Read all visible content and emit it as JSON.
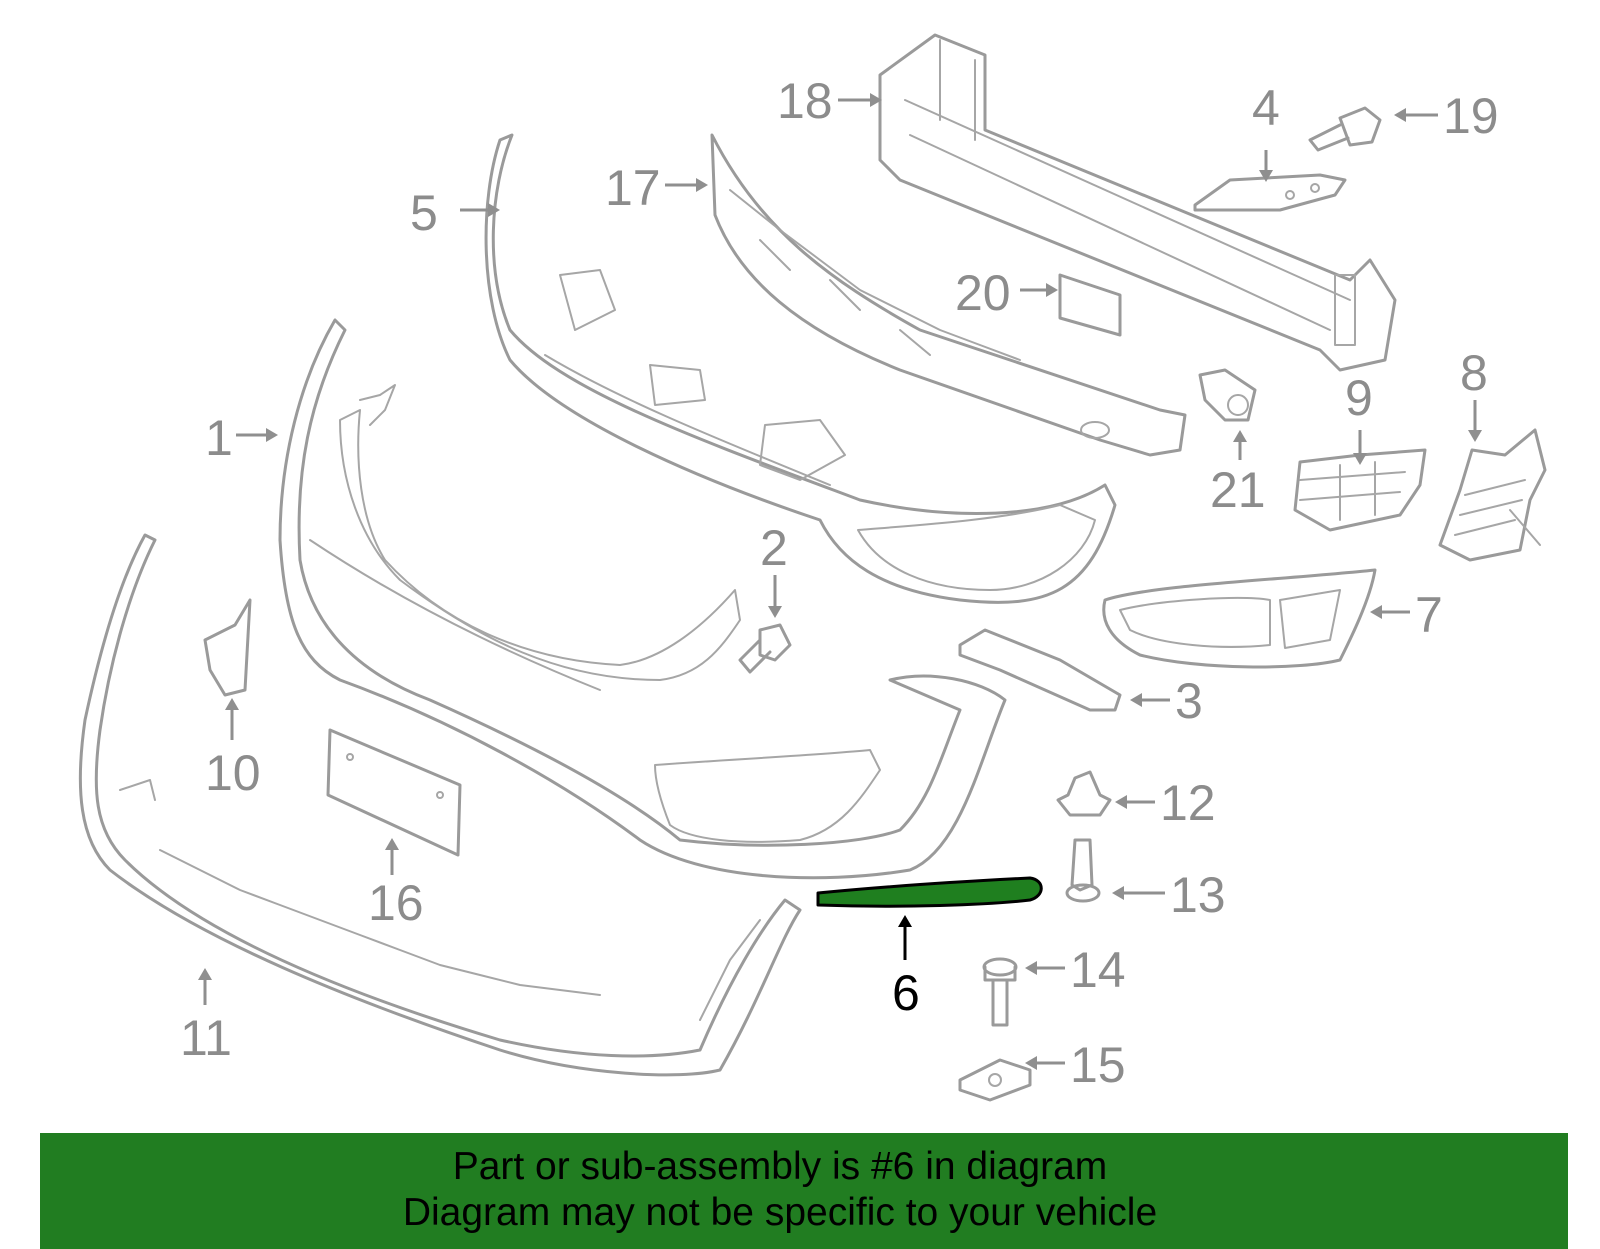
{
  "callouts": {
    "c1": "1",
    "c2": "2",
    "c3": "3",
    "c4": "4",
    "c5": "5",
    "c6": "6",
    "c7": "7",
    "c8": "8",
    "c9": "9",
    "c10": "10",
    "c11": "11",
    "c12": "12",
    "c13": "13",
    "c14": "14",
    "c15": "15",
    "c16": "16",
    "c17": "17",
    "c18": "18",
    "c19": "19",
    "c20": "20",
    "c21": "21"
  },
  "highlight": {
    "part": "6",
    "color": "#1f7f1f"
  },
  "banner": {
    "line1": "Part or sub-assembly is #6 in diagram",
    "line2": "Diagram may not be specific to your vehicle",
    "background": "#217d21"
  }
}
